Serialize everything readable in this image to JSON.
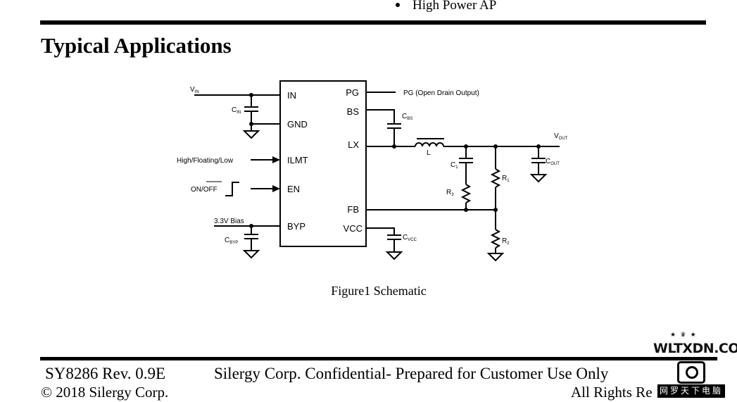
{
  "header": {
    "bullet_item": "High Power AP",
    "section_title": "Typical Applications"
  },
  "schematic": {
    "pins_left": [
      "IN",
      "GND",
      "ILMT",
      "EN",
      "BYP"
    ],
    "pins_right": [
      "PG",
      "BS",
      "LX",
      "FB",
      "VCC"
    ],
    "vin_main": "V",
    "vin_sub": "IN",
    "cin_main": "C",
    "cin_sub": "IN",
    "ilmt_label": "High/Floating/Low",
    "en_label_pre": "ON/",
    "en_label_bar": "OFF",
    "bias_label": "3.3V Bias",
    "cbyp_main": "C",
    "cbyp_sub": "BYP",
    "pg_label": "PG (Open Drain Output)",
    "cbs_main": "C",
    "cbs_sub": "BS",
    "inductor_label": "L",
    "c1_main": "C",
    "c1_sub": "1",
    "r3_main": "R",
    "r3_sub": "3",
    "r1_main": "R",
    "r1_sub": "1",
    "r2_main": "R",
    "r2_sub": "2",
    "vout_main": "V",
    "vout_sub": "OUT",
    "cout_main": "C",
    "cout_sub": "OUT",
    "cvcc_main": "C",
    "cvcc_sub": "VCC"
  },
  "figure_caption": "Figure1 Schematic",
  "footer": {
    "doc_rev": "SY8286 Rev. 0.9E",
    "confidential": "Silergy Corp. Confidential- Prepared for Customer Use Only",
    "copyright": "© 2018 Silergy Corp.",
    "rights": "All Rights Re"
  },
  "watermark": {
    "site": "WLTXDN.COM",
    "chinese": "网罗天下电脑",
    "icon": "camera-icon"
  }
}
